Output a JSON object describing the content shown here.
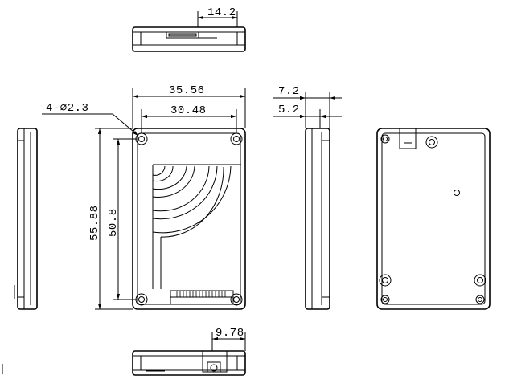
{
  "dimensions": {
    "top_width": "14.2",
    "outer_width": "35.56",
    "hole_spacing_width": "30.48",
    "hole_callout": "4-∅2.3",
    "outer_height": "55.88",
    "hole_spacing_height": "50.8",
    "side_thickness": "7.2",
    "side_inner_thickness": "5.2",
    "connector_offset": "9.78"
  }
}
